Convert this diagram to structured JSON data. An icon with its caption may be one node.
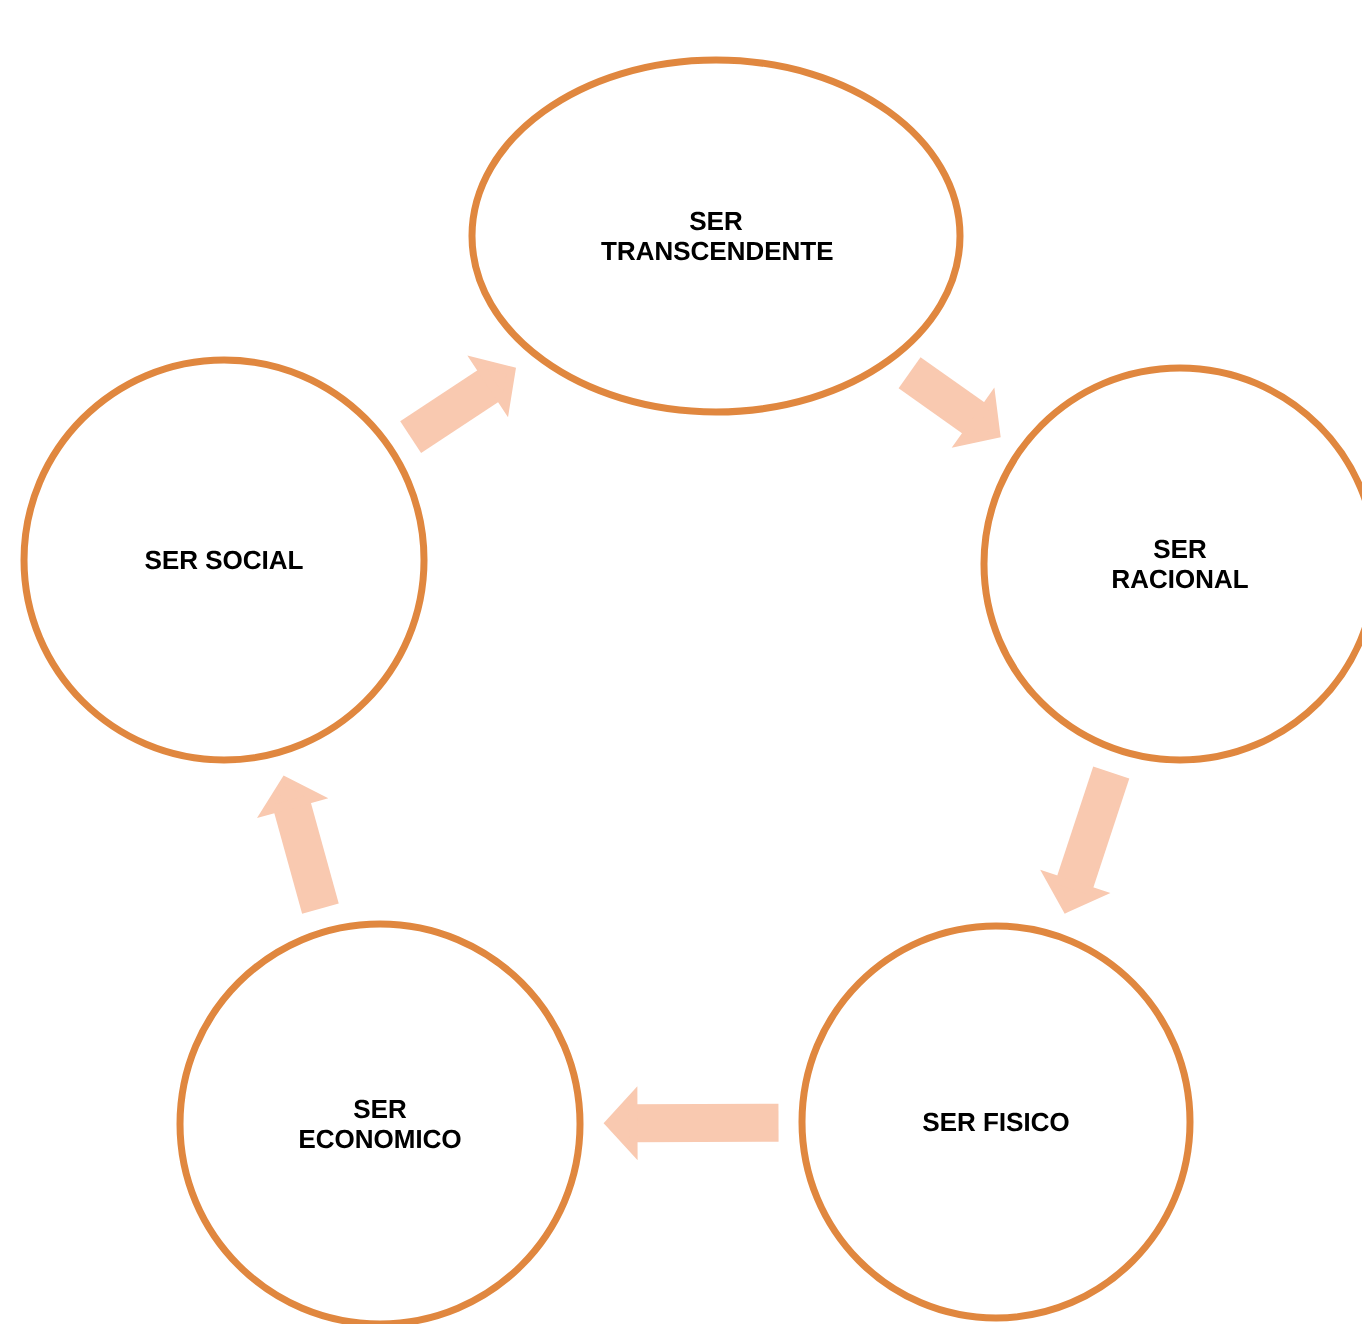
{
  "diagram": {
    "nodes": [
      {
        "text": [
          "SER TRANSCENDENTE"
        ]
      },
      {
        "text": [
          "SER RACIONAL"
        ]
      },
      {
        "text": [
          "SER FISICO"
        ]
      },
      {
        "text": [
          "SER ECONOMICO"
        ]
      },
      {
        "text": [
          "SER SOCIAL"
        ]
      }
    ],
    "edges": [
      {
        "from": 0,
        "to": 1,
        "arrow": "to"
      },
      {
        "from": 1,
        "to": 2,
        "arrow": "to"
      },
      {
        "from": 2,
        "to": 3,
        "arrow": "to"
      },
      {
        "from": 3,
        "to": 4,
        "arrow": "to"
      },
      {
        "from": 4,
        "to": 0,
        "arrow": "to"
      }
    ]
  }
}
